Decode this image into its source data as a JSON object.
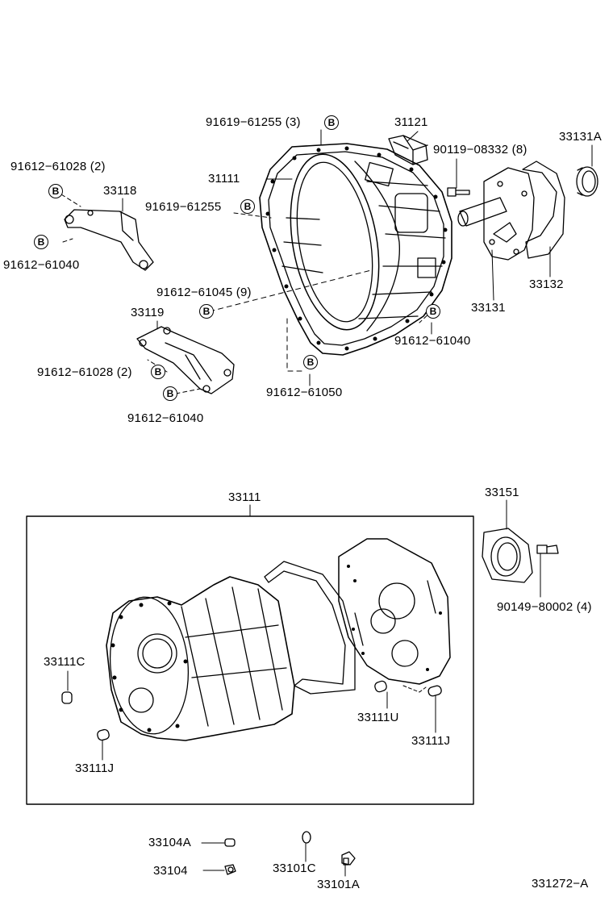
{
  "bolt_marker": "B",
  "labels": {
    "p91619_61255_3": "91619−61255 (3)",
    "p31121": "31121",
    "p33131A": "33131A",
    "p91612_61028_2_top": "91612−61028 (2)",
    "p31111": "31111",
    "p90119_08332_8": "90119−08332 (8)",
    "p33118": "33118",
    "p91619_61255": "91619−61255",
    "p91612_61040_a": "91612−61040",
    "p33132": "33132",
    "p91612_61045_9": "91612−61045 (9)",
    "p33131": "33131",
    "p33119": "33119",
    "p91612_61040_b": "91612−61040",
    "p91612_61028_2_mid": "91612−61028 (2)",
    "p91612_61050": "91612−61050",
    "p91612_61040_c": "91612−61040",
    "p33111": "33111",
    "p33151": "33151",
    "p33111C": "33111C",
    "p90149_80002_4": "90149−80002 (4)",
    "p33111U": "33111U",
    "p33111J_right": "33111J",
    "p33111J_left": "33111J",
    "p33104A": "33104A",
    "p33104": "33104",
    "p33101C": "33101C",
    "p33101A": "33101A",
    "p331272A": "331272−A"
  }
}
